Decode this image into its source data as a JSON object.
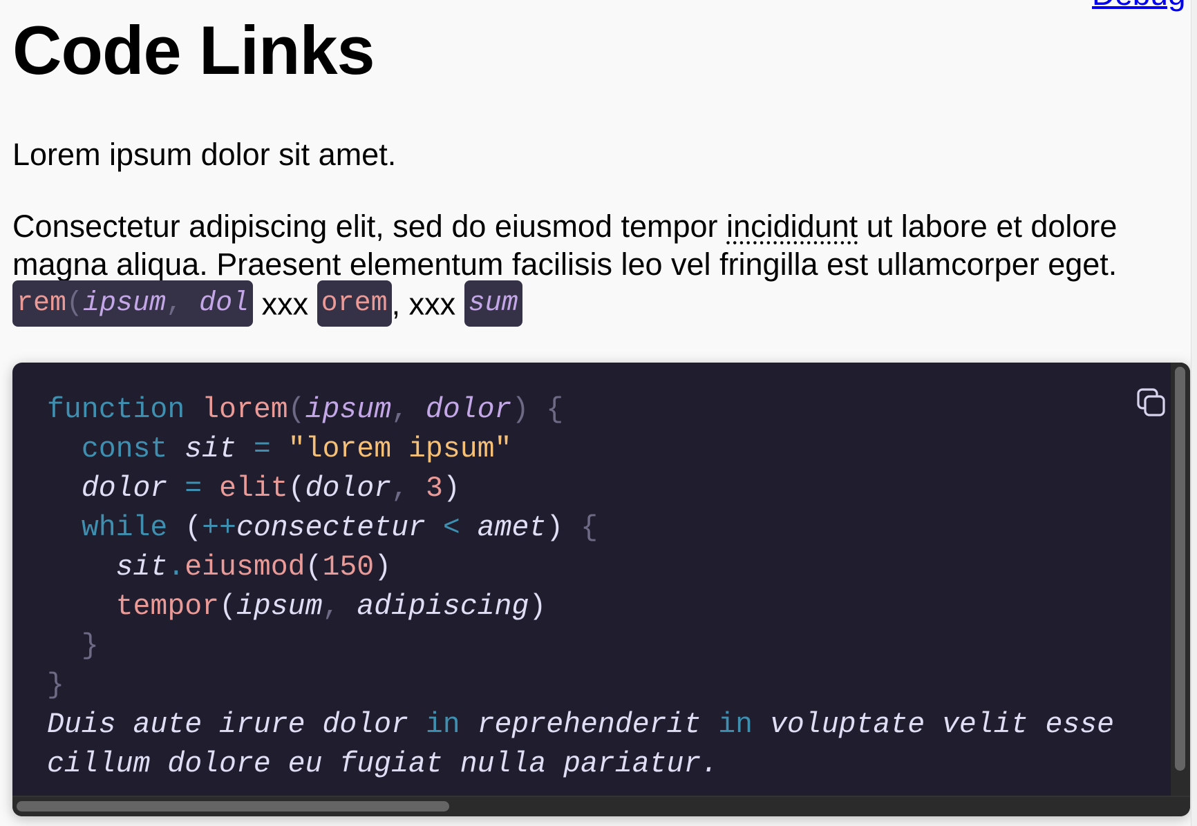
{
  "header": {
    "debug_link": "Debug"
  },
  "title": "Code Links",
  "paragraphs": {
    "p1": "Lorem ipsum dolor sit amet.",
    "p2_a": "Consectetur adipiscing elit, sed do eiusmod tempor ",
    "p2_abbr": "incididunt",
    "p2_b": " ut labore et dolore magna aliqua. Praesent elementum facilisis leo vel fringilla est ullamcorper eget. ",
    "sep1": " xxx ",
    "sep2": ", xxx "
  },
  "inline_code": [
    [
      [
        "rem",
        "fn"
      ],
      [
        "(",
        "pun"
      ],
      [
        "ipsum",
        "par"
      ],
      [
        ", ",
        "pun"
      ],
      [
        " dol",
        "par"
      ]
    ],
    [
      [
        "orem",
        "fn"
      ]
    ],
    [
      [
        "sum",
        "par"
      ]
    ]
  ],
  "code_block": {
    "copy_icon": "copy-icon",
    "lines": [
      [
        [
          "function",
          "kw"
        ],
        [
          " ",
          "txt"
        ],
        [
          "lorem",
          "fn"
        ],
        [
          "(",
          "pun"
        ],
        [
          "ipsum",
          "par"
        ],
        [
          ",",
          "pun"
        ],
        [
          " ",
          "txt"
        ],
        [
          "dolor",
          "par"
        ],
        [
          ")",
          "pun"
        ],
        [
          " {",
          "pun"
        ]
      ],
      [
        [
          "  ",
          "txt"
        ],
        [
          "const",
          "kw"
        ],
        [
          " ",
          "txt"
        ],
        [
          "sit",
          "var"
        ],
        [
          " = ",
          "kw"
        ],
        [
          "\"lorem ipsum\"",
          "str"
        ]
      ],
      [
        [
          "  ",
          "txt"
        ],
        [
          "dolor",
          "var"
        ],
        [
          " = ",
          "kw"
        ],
        [
          "elit",
          "fn"
        ],
        [
          "(",
          "txt"
        ],
        [
          "dolor",
          "var"
        ],
        [
          ",",
          "pun"
        ],
        [
          " ",
          "txt"
        ],
        [
          "3",
          "num"
        ],
        [
          ")",
          "txt"
        ]
      ],
      [
        [
          "  ",
          "txt"
        ],
        [
          "while",
          "kw"
        ],
        [
          " (",
          "txt"
        ],
        [
          "++",
          "kw"
        ],
        [
          "consectetur",
          "var"
        ],
        [
          " < ",
          "kw"
        ],
        [
          "amet",
          "var"
        ],
        [
          ")",
          "txt"
        ],
        [
          " {",
          "pun"
        ]
      ],
      [
        [
          "    ",
          "txt"
        ],
        [
          "sit",
          "var"
        ],
        [
          ".",
          "kw"
        ],
        [
          "eiusmod",
          "fn"
        ],
        [
          "(",
          "txt"
        ],
        [
          "150",
          "num"
        ],
        [
          ")",
          "txt"
        ]
      ],
      [
        [
          "    ",
          "txt"
        ],
        [
          "tempor",
          "fn"
        ],
        [
          "(",
          "txt"
        ],
        [
          "ipsum",
          "var"
        ],
        [
          ",",
          "pun"
        ],
        [
          " ",
          "txt"
        ],
        [
          "adipiscing",
          "var"
        ],
        [
          ")",
          "txt"
        ]
      ],
      [
        [
          "  ",
          "txt"
        ],
        [
          "}",
          "pun"
        ]
      ],
      [
        [
          "}",
          "pun"
        ]
      ],
      [
        [
          "Duis aute irure dolor ",
          "var"
        ],
        [
          "in",
          "kw"
        ],
        [
          " reprehenderit ",
          "var"
        ],
        [
          "in",
          "kw"
        ],
        [
          " voluptate velit esse cillum dolore eu fugiat nulla pariatur.",
          "var"
        ]
      ]
    ]
  },
  "colors": {
    "keyword": "#3e8fb0",
    "function": "#ea9a97",
    "param": "#c4a7e7",
    "string": "#f6c177",
    "text": "#e0def4",
    "punct": "#6e6a86",
    "code_bg": "#1f1d2e",
    "link": "#0000ee"
  }
}
